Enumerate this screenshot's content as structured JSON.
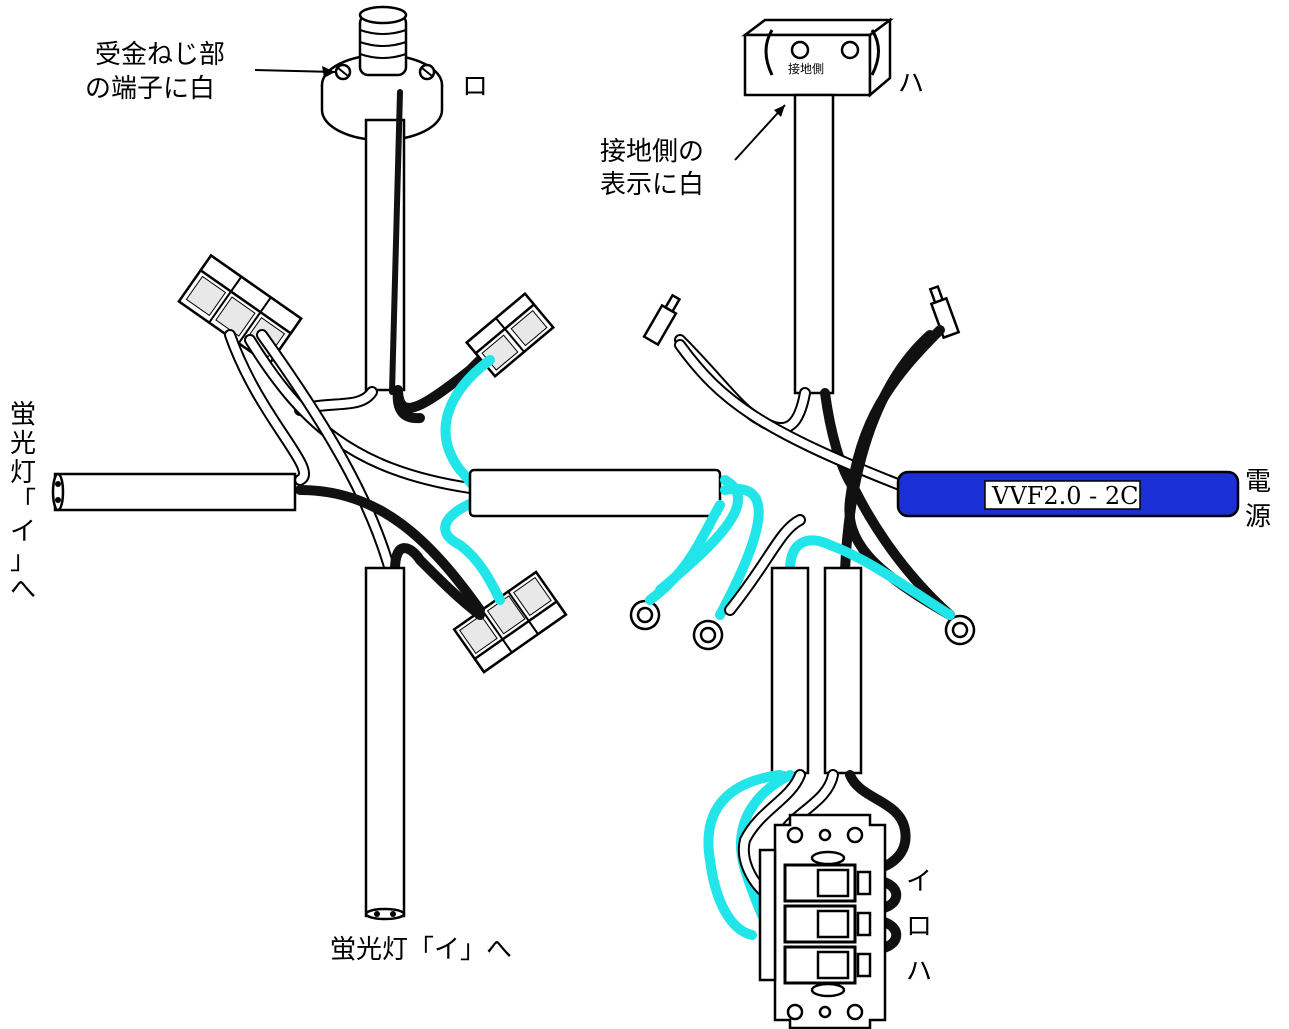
{
  "labels": {
    "receptacle_note_line1": "受金ねじ部",
    "receptacle_note_line2": "の端子に白",
    "ro_top": "ロ",
    "ha_top": "ハ",
    "ground_note_line1": "接地側の",
    "ground_note_line2": "表示に白",
    "outlet_mark": "接地側",
    "left_fluor_vertical": [
      "蛍",
      "光",
      "灯",
      "「",
      "イ",
      "」",
      "へ"
    ],
    "bottom_fluor": "蛍光灯「イ」へ",
    "power_vertical": [
      "電",
      "源"
    ],
    "cable_type": "VVF2.0 - 2C",
    "switch_i": "イ",
    "switch_ro": "ロ",
    "switch_ha": "ハ"
  },
  "colors": {
    "white_wire": "#ffffff",
    "black_wire": "#111111",
    "cyan_wire": "#22e5ea",
    "power_cable": "#1a2fd6"
  }
}
